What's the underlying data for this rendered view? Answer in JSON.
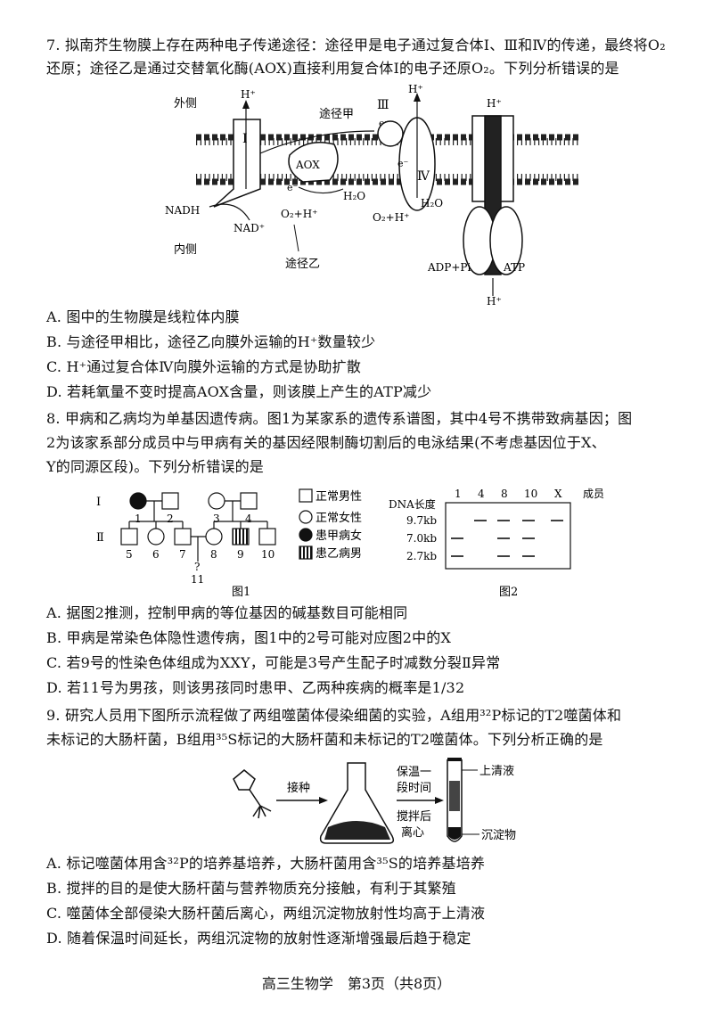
{
  "q7": {
    "stem_1": "7. 拟南芥生物膜上存在两种电子传递途径：途径甲是电子通过复合体Ⅰ、Ⅲ和Ⅳ的传递，最终将O₂",
    "stem_2": "还原；途径乙是通过交替氧化酶(AOX)直接利用复合体Ⅰ的电子还原O₂。下列分析错误的是",
    "figure": {
      "outside": "外侧",
      "inside": "内侧",
      "route_a": "途径甲",
      "route_b": "途径乙",
      "complex_1": "Ⅰ",
      "complex_3": "Ⅲ",
      "complex_4": "Ⅳ",
      "aox": "AOX",
      "h_plus": "H⁺",
      "e_minus": "e⁻",
      "nadh": "NADH",
      "nad_plus": "NAD⁺",
      "o2_h": "O₂+H⁺",
      "h2o": "H₂O",
      "adp_pi": "ADP+Pi",
      "atp": "ATP"
    },
    "options": [
      "A. 图中的生物膜是线粒体内膜",
      "B. 与途径甲相比，途径乙向膜外运输的H⁺数量较少",
      "C. H⁺通过复合体Ⅳ向膜外运输的方式是协助扩散",
      "D. 若耗氧量不变时提高AOX含量，则该膜上产生的ATP减少"
    ]
  },
  "q8": {
    "stem_1": "8. 甲病和乙病均为单基因遗传病。图1为某家系的遗传系谱图，其中4号不携带致病基因；图",
    "stem_2": "2为该家系部分成员中与甲病有关的基因经限制酶切割后的电泳结果(不考虑基因位于X、",
    "stem_3": "Y的同源区段)。下列分析错误的是",
    "fig1": {
      "gen_1": "Ⅰ",
      "gen_2": "Ⅱ",
      "members": [
        "1",
        "2",
        "3",
        "4",
        "5",
        "6",
        "7",
        "8",
        "9",
        "10",
        "11"
      ],
      "unknown": "?",
      "caption": "图1",
      "legend": [
        "正常男性",
        "正常女性",
        "患甲病女",
        "患乙病男"
      ]
    },
    "fig2": {
      "dna_label": "DNA长度",
      "member_label": "成员",
      "lanes": [
        "1",
        "4",
        "8",
        "10",
        "X"
      ],
      "sizes": [
        "9.7kb",
        "7.0kb",
        "2.7kb"
      ],
      "caption": "图2"
    },
    "options": [
      "A. 据图2推测，控制甲病的等位基因的碱基数目可能相同",
      "B. 甲病是常染色体隐性遗传病，图1中的2号可能对应图2中的X",
      "C. 若9号的性染色体组成为XXY，可能是3号产生配子时减数分裂Ⅱ异常",
      "D. 若11号为男孩，则该男孩同时患甲、乙两种疾病的概率是1/32"
    ]
  },
  "q9": {
    "stem_1": "9. 研究人员用下图所示流程做了两组噬菌体侵染细菌的实验，A组用³²P标记的T2噬菌体和",
    "stem_2": "未标记的大肠杆菌，B组用³⁵S标记的大肠杆菌和未标记的T2噬菌体。下列分析正确的是",
    "figure": {
      "inoculate": "接种",
      "keep_warm_1": "保温一",
      "keep_warm_2": "段时间",
      "stir_1": "搅拌后",
      "stir_2": "离心",
      "supernatant": "上清液",
      "sediment": "沉淀物"
    },
    "options": [
      "A. 标记噬菌体用含³²P的培养基培养，大肠杆菌用含³⁵S的培养基培养",
      "B. 搅拌的目的是使大肠杆菌与营养物质充分接触，有利于其繁殖",
      "C. 噬菌体全部侵染大肠杆菌后离心，两组沉淀物放射性均高于上清液",
      "D. 随着保温时间延长，两组沉淀物的放射性逐渐增强最后趋于稳定"
    ]
  },
  "footer": "高三生物学　第3页（共8页）"
}
